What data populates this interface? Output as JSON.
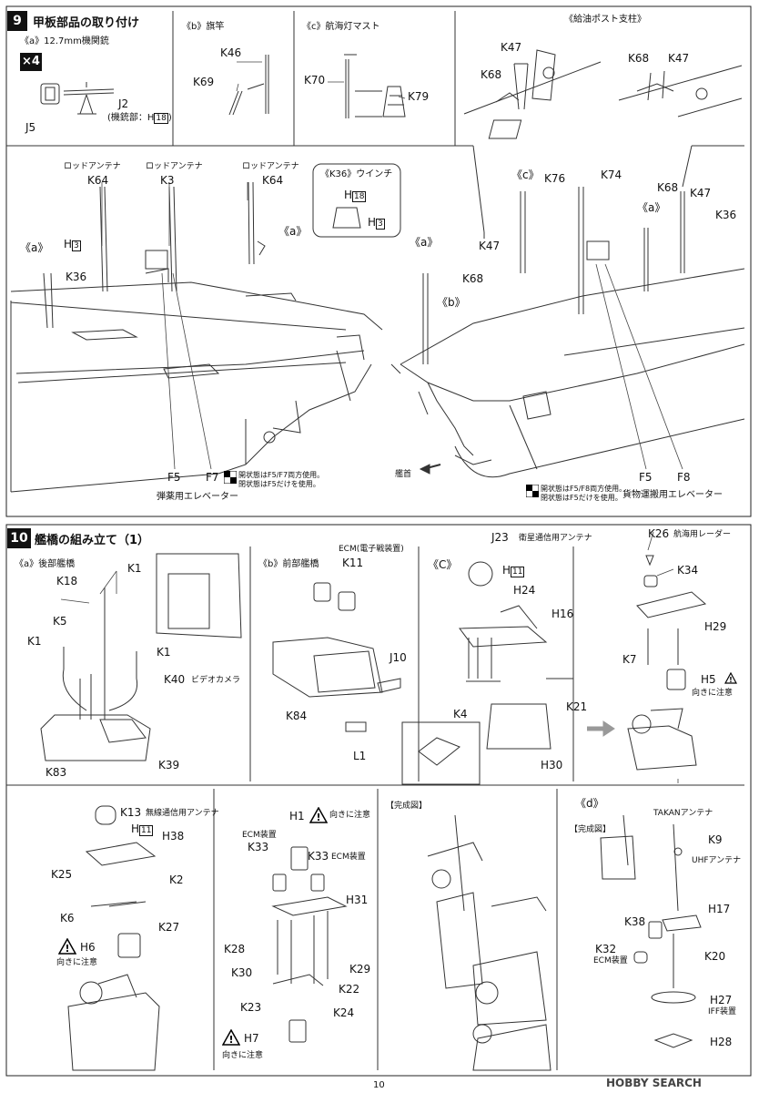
{
  "step9": {
    "number": "9",
    "title": "甲板部品の取り付け",
    "sub_a": "《a》12.7mm機関銃",
    "times4": "×4",
    "J2": "J2",
    "mg_part_note": "(機銃部：H",
    "mg_part_num": "18",
    "mg_part_close": ")",
    "J5": "J5",
    "sub_b": "《b》旗竿",
    "K46": "K46",
    "K69": "K69",
    "sub_c": "《c》航海灯マスト",
    "K70": "K70",
    "K79": "K79",
    "fuel_title": "《給油ポスト支柱》",
    "fuel_K47a": "K47",
    "fuel_K68a": "K68",
    "fuel_K68b": "K68",
    "fuel_K47b": "K47",
    "rod1": "ロッドアンテナ",
    "rod2": "ロッドアンテナ",
    "rod3": "ロッドアンテナ",
    "K64a": "K64",
    "K3": "K3",
    "K64b": "K64",
    "H3a_pre": "H",
    "H3a_num": "3",
    "a_left": "《a》",
    "K36_left": "K36",
    "a_mid": "《a》",
    "winch_title": "《K36》ウインチ",
    "winch_H18_pre": "H",
    "winch_H18_num": "18",
    "winch_H3_pre": "H",
    "winch_H3_num": "3",
    "F5_left": "F5",
    "F7": "F7",
    "open_note_left_1": "開状態はF5/F7両方使用。",
    "open_note_left_2": "閉状態はF5だけを使用。",
    "elevator_left": "弾薬用エレベーター",
    "c_right": "《c》",
    "K76": "K76",
    "K74": "K74",
    "K68_right": "K68",
    "K47_right": "K47",
    "a_right1": "《a》",
    "K36_right": "K36",
    "a_right2": "《a》",
    "b_right": "《b》",
    "K47_right2": "K47",
    "K68_right2": "K68",
    "bow": "艦首",
    "F5_right": "F5",
    "F8": "F8",
    "open_note_right_1": "開状態はF5/F8両方使用。",
    "open_note_right_2": "閉状態はF5だけを使用。",
    "elevator_right": "貨物運搬用エレベーター"
  },
  "step10": {
    "number": "10",
    "title": "艦橋の組み立て（1）",
    "sub_a": "《a》後部艦橋",
    "K18": "K18",
    "K1_top": "K1",
    "K5": "K5",
    "K1_left": "K1",
    "K1_right": "K1",
    "K40": "K40",
    "video_cam": "ビデオカメラ",
    "K83": "K83",
    "K39": "K39",
    "sub_b": "《b》前部艦橋",
    "ecm_title": "ECM(電子戦装置)",
    "K11": "K11",
    "J10": "J10",
    "K84": "K84",
    "L1": "L1",
    "J23": "J23",
    "sat_ant": "衛星通信用アンテナ",
    "sub_c": "《C》",
    "H11_c_pre": "H",
    "H11_c_num": "11",
    "H24": "H24",
    "H16": "H16",
    "K4": "K4",
    "K21": "K21",
    "H30": "H30",
    "K26": "K26",
    "nav_radar": "航海用レーダー",
    "K34": "K34",
    "H29": "H29",
    "K7": "K7",
    "H5": "H5",
    "orient_H5": "向きに注意",
    "K13": "K13",
    "radio_ant": "無線通信用アンテナ",
    "H11_pre": "H",
    "H11_num": "11",
    "H38": "H38",
    "K25": "K25",
    "K2": "K2",
    "K6": "K6",
    "K27": "K27",
    "H6": "H6",
    "orient_H6": "向きに注意",
    "H1": "H1",
    "orient_H1": "向きに注意",
    "ecm_dev_left": "ECM装置",
    "K33_left": "K33",
    "K33_right": "K33",
    "ecm_dev_right": "ECM装置",
    "H31": "H31",
    "K28": "K28",
    "K29": "K29",
    "K30": "K30",
    "K22": "K22",
    "K23": "K23",
    "K24": "K24",
    "H7": "H7",
    "orient_H7": "向きに注意",
    "complete_mid": "【完成図】",
    "sub_d": "《d》",
    "complete_right": "【完成図】",
    "takan": "TAKANアンテナ",
    "K9": "K9",
    "uhf": "UHFアンテナ",
    "H17": "H17",
    "K38": "K38",
    "K32": "K32",
    "ecm_dev_d": "ECM装置",
    "K20": "K20",
    "H27": "H27",
    "iff": "IFF装置",
    "H28": "H28"
  },
  "footer": {
    "page": "10",
    "watermark": "HOBBY SEARCH"
  }
}
